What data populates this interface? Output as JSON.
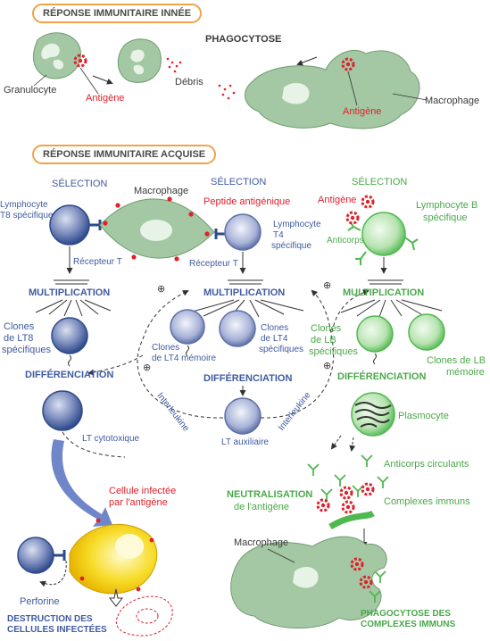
{
  "sections": {
    "innate": "RÉPONSE IMMUNITAIRE INNÉE",
    "acquired": "RÉPONSE IMMUNITAIRE ACQUISE"
  },
  "innate": {
    "phagocytose": "PHAGOCYTOSE",
    "granulocyte": "Granulocyte",
    "antigene_left": "Antigène",
    "debris": "Débris",
    "antigene_right": "Antigène",
    "macrophage": "Macrophage"
  },
  "acquired": {
    "selection_left": "SÉLECTION",
    "selection_center": "SÉLECTION",
    "selection_right": "SÉLECTION",
    "lymphocyte_t8_line1": "Lymphocyte",
    "lymphocyte_t8_line2": "T8 spécifique",
    "macrophage_center": "Macrophage",
    "peptide": "Peptide antigénique",
    "lymphocyte_t4_line1": "Lymphocyte",
    "lymphocyte_t4_line2": "T4",
    "lymphocyte_t4_line3": "spécifique",
    "recepteur_left": "Récepteur T",
    "recepteur_center": "Récepteur T",
    "antigene_green": "Antigène",
    "anticorps_green": "Anticorps",
    "lymphocyte_b_line1": "Lymphocyte B",
    "lymphocyte_b_line2": "spécifique",
    "multiplication_left": "MULTIPLICATION",
    "multiplication_center": "MULTIPLICATION",
    "multiplication_right": "MULTIPLICATION",
    "clones_lt8_1": "Clones",
    "clones_lt8_2": "de LT8",
    "clones_lt8_3": "spécifiques",
    "clones_lt4m_1": "Clones",
    "clones_lt4m_2": "de LT4 mémoire",
    "clones_lt4_1": "Clones",
    "clones_lt4_2": "de LT4",
    "clones_lt4_3": "spécifiques",
    "clones_lb_1": "Clones",
    "clones_lb_2": "de LB",
    "clones_lb_3": "spécifiques",
    "clones_lb_mem_1": "Clones de LB",
    "clones_lb_mem_2": "mémoire",
    "differenciation_left": "DIFFÉRENCIATION",
    "differenciation_center": "DIFFÉRENCIATION",
    "differenciation_right": "DIFFÉRENCIATION",
    "interleukine_left": "Interleukine",
    "interleukine_right": "Interleukine",
    "lt_cytotoxique": "LT cytotoxique",
    "lt_auxiliaire": "LT auxiliaire",
    "plasmocyte": "Plasmocyte",
    "anticorps_circulants": "Anticorps circulants",
    "neutralisation_1": "NEUTRALISATION",
    "neutralisation_2": "de l'antigène",
    "complexes_immuns": "Complexes immuns",
    "cellule_infectee_1": "Cellule infectée",
    "cellule_infectee_2": "par l'antigène",
    "perforine": "Perforine",
    "destruction_1": "DESTRUCTION DES",
    "destruction_2": "CELLULES INFECTÉES",
    "macrophage_bottom": "Macrophage",
    "phago_complexes_1": "PHAGOCYTOSE DES",
    "phago_complexes_2": "COMPLEXES IMMUNS",
    "plus": "⊕"
  },
  "colors": {
    "macrophage": "#a3c8a3",
    "lymphocyte_t": "#2e4a8c",
    "lymphocyte_b": "#4fb84f",
    "antigen": "#e0202c",
    "infected_cell": "#f5d20a",
    "section_border": "#f0a34a"
  }
}
